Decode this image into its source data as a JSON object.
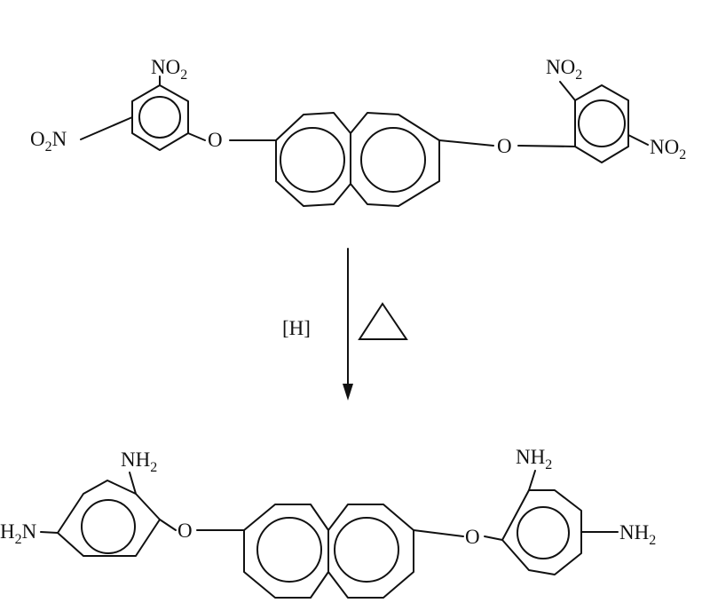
{
  "reactant": {
    "substituent_top_left": {
      "main": "NO",
      "sub": "2"
    },
    "substituent_side_left": {
      "pre": "O",
      "sub": "2",
      "post": "N"
    },
    "ether_left": "O",
    "ether_right": "O",
    "substituent_top_right": {
      "main": "NO",
      "sub": "2"
    },
    "substituent_side_right": {
      "main": "NO",
      "sub": "2"
    }
  },
  "conditions": {
    "reagent": "[H]",
    "heat_symbol": "triangle"
  },
  "product": {
    "substituent_top_left": {
      "main": "NH",
      "sub": "2"
    },
    "substituent_side_left": {
      "pre": "H",
      "sub": "2",
      "post": "N"
    },
    "ether_left": "O",
    "ether_right": "O",
    "substituent_top_right": {
      "main": "NH",
      "sub": "2"
    },
    "substituent_side_right": {
      "main": "NH",
      "sub": "2"
    }
  },
  "colors": {
    "ink": "#111111",
    "background": "#ffffff"
  }
}
